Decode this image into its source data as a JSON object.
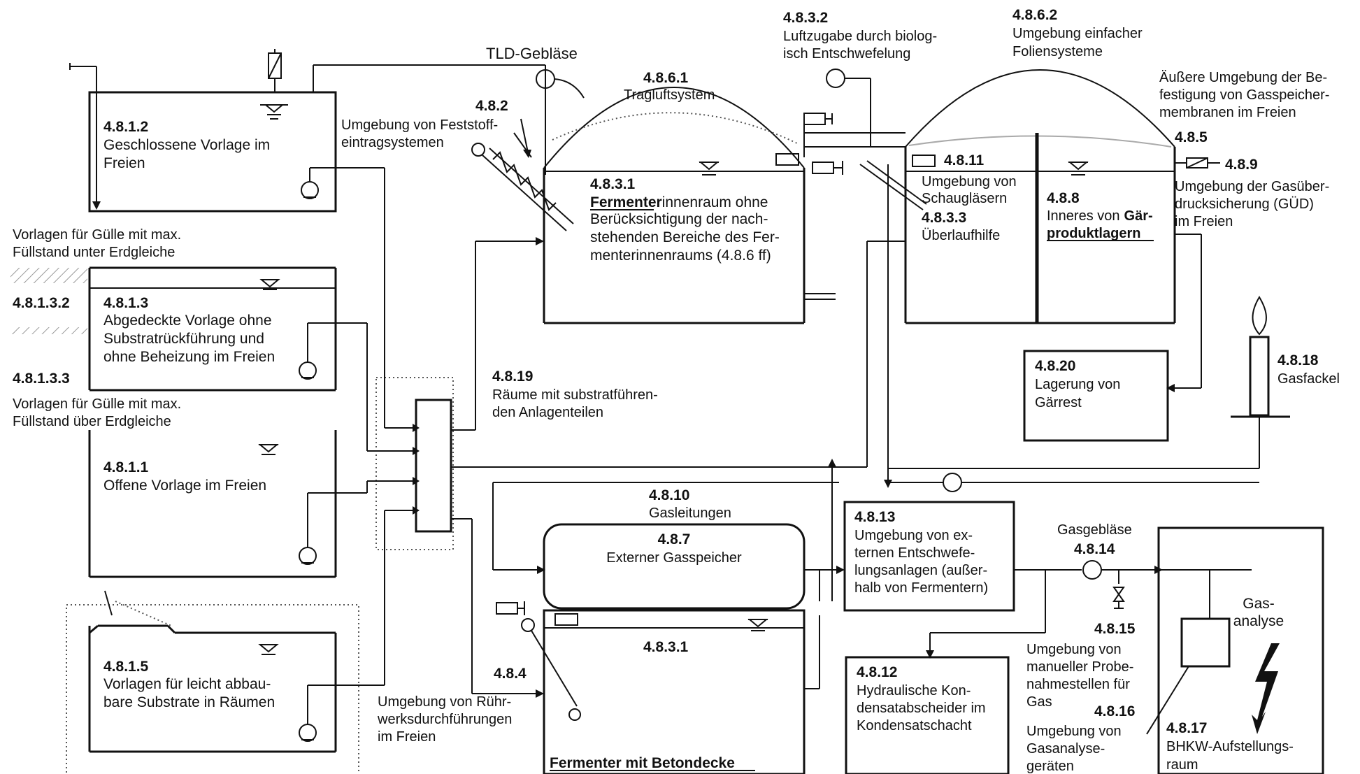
{
  "labels": {
    "t4812_id": "4.8.1.2",
    "t4812_a": "Geschlossene Vorlage im",
    "t4812_b": "Freien",
    "guelle_unter_a": "Vorlagen für Gülle mit max.",
    "guelle_unter_b": "Füllstand unter Erdgleiche",
    "t48132": "4.8.1.3.2",
    "t4813_id": "4.8.1.3",
    "t4813_a": "Abgedeckte Vorlage ohne",
    "t4813_b": "Substratrückführung und",
    "t4813_c": "ohne Beheizung im Freien",
    "t48133": "4.8.1.3.3",
    "guelle_ueber_a": "Vorlagen für Gülle mit max.",
    "guelle_ueber_b": "Füllstand über Erdgleiche",
    "t4811_id": "4.8.1.1",
    "t4811_a": "Offene Vorlage im Freien",
    "t4815_id": "4.8.1.5",
    "t4815_a": "Vorlagen für leicht abbau-",
    "t4815_b": "bare Substrate in Räumen",
    "tld": "TLD-Gebläse",
    "t482_id": "4.8.2",
    "t482_a": "Umgebung von Feststoff-",
    "t482_b": "eintragsystemen",
    "t4861_id": "4.8.6.1",
    "t4861_a": "Tragluftsystem",
    "t4832_id": "4.8.3.2",
    "t4832_a": "Luftzugabe durch biolog-",
    "t4832_b": "isch Entschwefelung",
    "t4862_id": "4.8.6.2",
    "t4862_a": "Umgebung einfacher",
    "t4862_b": "Foliensysteme",
    "aussen_a": "Äußere Umgebung der Be-",
    "aussen_b": "festigung von Gasspeicher-",
    "aussen_c": "membranen im Freien",
    "t485_id": "4.8.5",
    "t489_id": "4.8.9",
    "t489_a": "Umgebung der Gasüber-",
    "t489_b": "drucksicherung (GÜD)",
    "t489_c": "im Freien",
    "t4831_id": "4.8.3.1",
    "t4831_a_bold": "Fermenter",
    "t4831_a_rest": "innenraum ohne",
    "t4831_b": "Berücksichtigung der nach-",
    "t4831_c": "stehenden Bereiche des Fer-",
    "t4831_d": "menterinnenraums (4.8.6 ff)",
    "t4811b_id": "4.8.11",
    "t4811b_a": "Umgebung von",
    "t4811b_b": "Schaugläsern",
    "t4833_id": "4.8.3.3",
    "t4833_a": "Überlaufhilfe",
    "t488_id": "4.8.8",
    "t488_a": "Inneres von",
    "t488_a_bold": "Gär-",
    "t488_b_bold": "produktlagern",
    "t4819_id": "4.8.19",
    "t4819_a": "Räume mit substratführen-",
    "t4819_b": "den Anlagenteilen",
    "t4820_id": "4.8.20",
    "t4820_a": "Lagerung von",
    "t4820_b": "Gärrest",
    "t4818_id": "4.8.18",
    "t4818_a": "Gasfackel",
    "t4810_id": "4.8.10",
    "t4810_a": "Gasleitungen",
    "t487_id": "4.8.7",
    "t487_a": "Externer Gasspeicher",
    "t4831b_id": "4.8.3.1",
    "t4813b_id": "4.8.13",
    "t4813b_a": "Umgebung von ex-",
    "t4813b_b": "ternen Entschwefe-",
    "t4813b_c": "lungsanlagen (außer-",
    "t4813b_d": "halb von Fermentern)",
    "gasgeblaese": "Gasgebläse",
    "t4814_id": "4.8.14",
    "gasanalyse_a": "Gas-",
    "gasanalyse_b": "analyse",
    "t4815b_id": "4.8.15",
    "t4815b_a": "Umgebung von",
    "t4815b_b": "manueller Probe-",
    "t4815b_c": "nahmestellen für",
    "t4815b_d": "Gas",
    "t4816_id": "4.8.16",
    "t4816_a": "Umgebung von",
    "t4816_b": "Gasanalyse-",
    "t4816_c": "geräten",
    "t4817_id": "4.8.17",
    "t4817_a": "BHKW-Aufstellungs-",
    "t4817_b": "raum",
    "t4812b_id": "4.8.12",
    "t4812b_a": "Hydraulische Kon-",
    "t4812b_b": "densatabscheider im",
    "t4812b_c": "Kondensatschacht",
    "t484_id": "4.8.4",
    "t484_a": "Umgebung von Rühr-",
    "t484_b": "werksdurchführungen",
    "t484_c": "im Freien",
    "betondecke": "Fermenter mit Betondecke"
  }
}
